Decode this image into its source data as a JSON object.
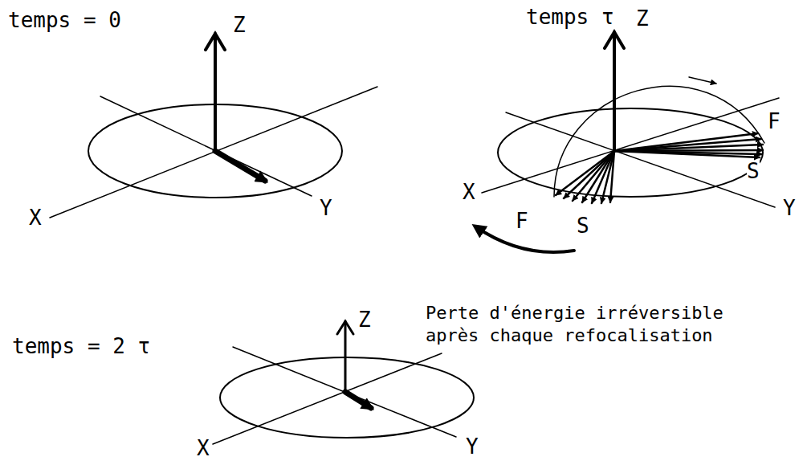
{
  "diagram": {
    "labels": [
      "temps = 0",
      "Z",
      "X",
      "Y",
      "temps τ",
      "Z",
      "X",
      "Y",
      "F",
      "S",
      "F",
      "S",
      "temps = 2 τ",
      "Z",
      "X",
      "Y",
      "Perte d'énergie irréversible après chaque refocalisation"
    ]
  }
}
